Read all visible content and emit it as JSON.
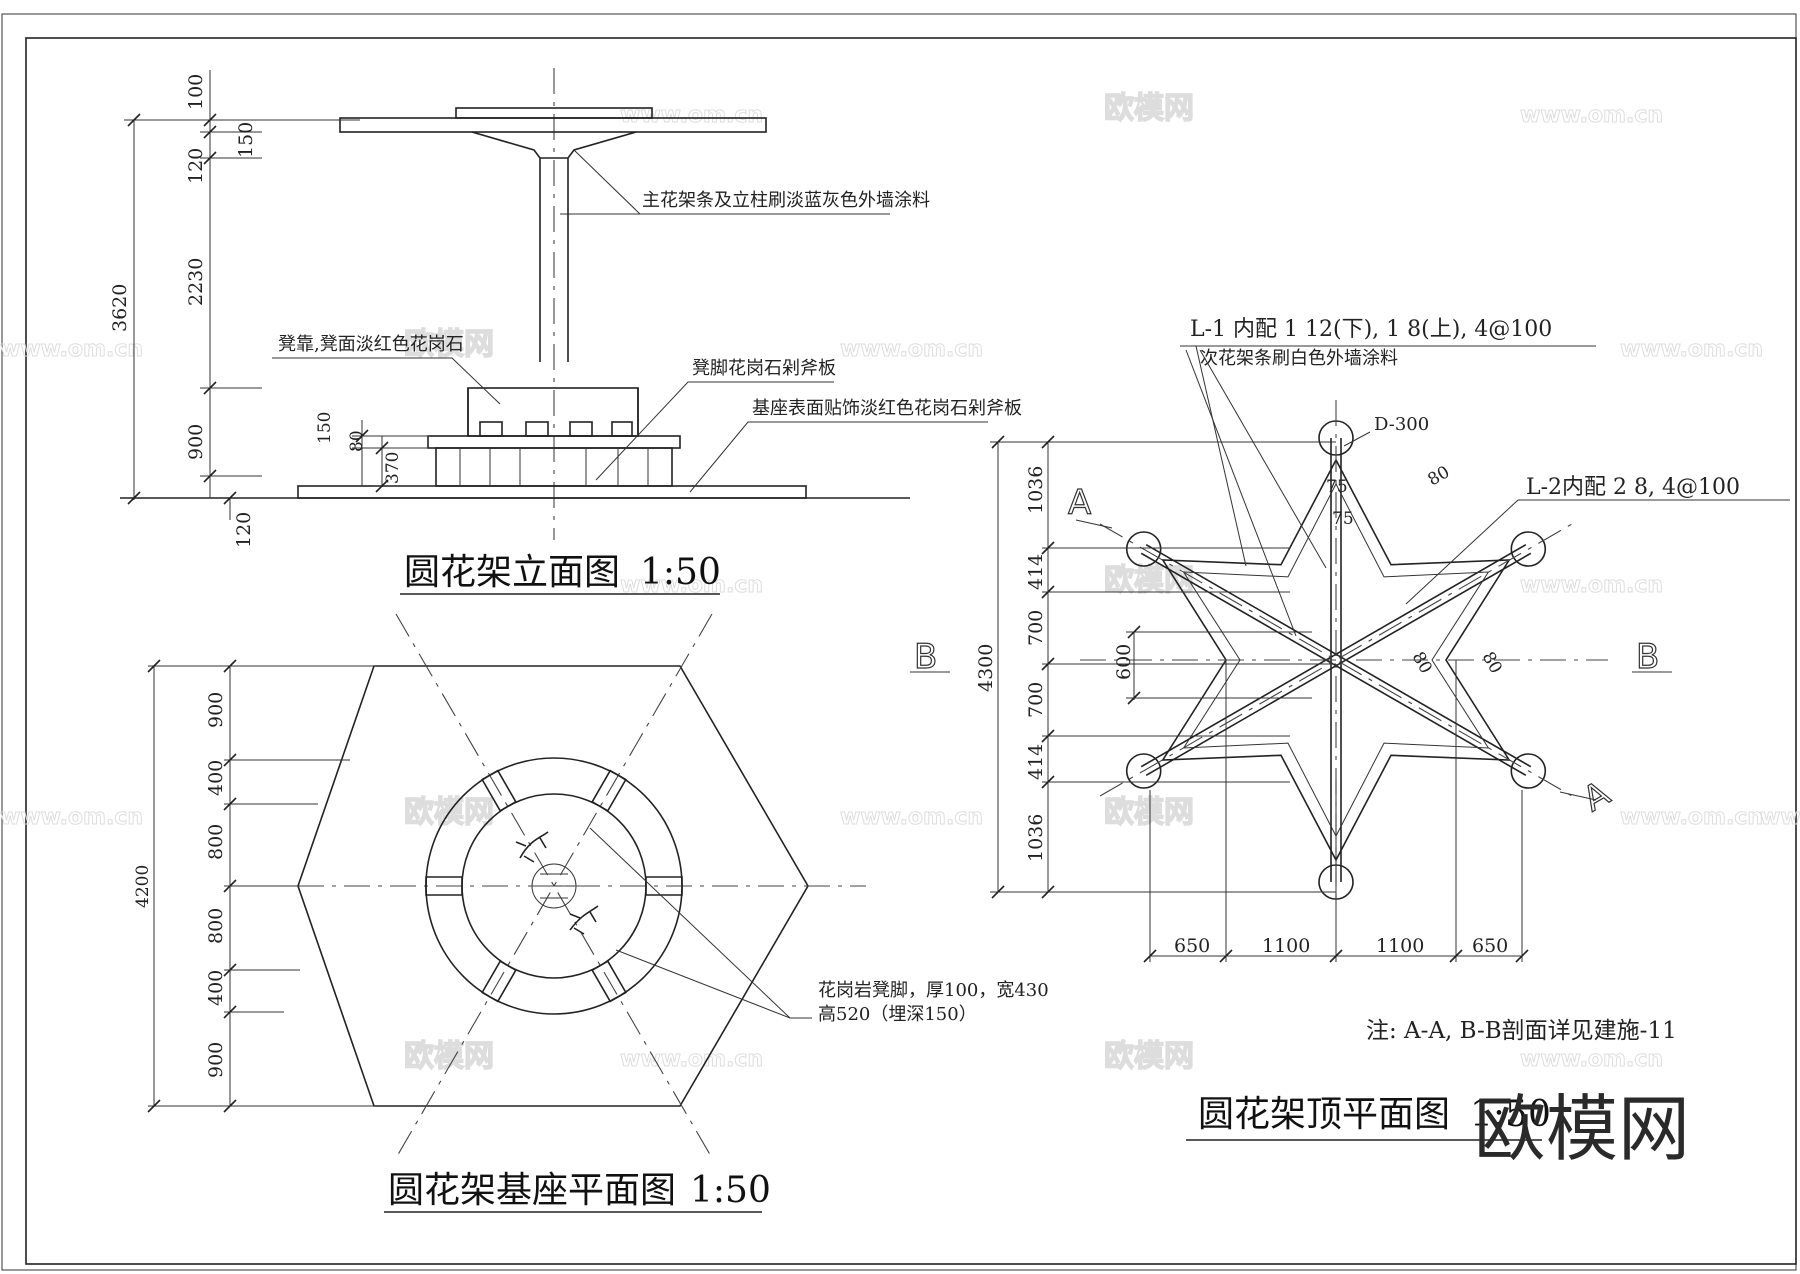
{
  "elevation": {
    "title": "圆花架立面图",
    "scale": "1:50",
    "dims": [
      "100",
      "150",
      "120",
      "2230",
      "3620",
      "900",
      "150",
      "80",
      "370",
      "120"
    ],
    "notes": [
      "主花架条及立柱刷淡蓝灰色外墙涂料",
      "凳靠,凳面淡红色花岗石",
      "凳脚花岗石剁斧板",
      "基座表面贴饰淡红色花岗石剁斧板"
    ]
  },
  "base_plan": {
    "title": "圆花架基座平面图",
    "scale": "1:50",
    "dims": [
      "900",
      "400",
      "800",
      "800",
      "400",
      "900",
      "4200"
    ],
    "notes": [
      "花岗岩凳脚，厚100，宽430",
      "高520（埋深150）"
    ]
  },
  "top_plan": {
    "title": "圆花架顶平面图",
    "scale": "1:50",
    "dims_v": [
      "1036",
      "414",
      "700",
      "700",
      "414",
      "1036",
      "4300",
      "600"
    ],
    "dims_h": [
      "650",
      "1100",
      "1100",
      "650"
    ],
    "small_dims": [
      "75",
      "75",
      "80",
      "80",
      "80"
    ],
    "labels": {
      "l1": "L-1 内配 1 12(下), 1 8(上), 4@100",
      "l1_note": "次花架条刷白色外墙涂料",
      "d300": "D-300",
      "l2": "L-2内配 2 8, 4@100"
    },
    "sections": {
      "a1": "A",
      "a2": "A",
      "b1": "B",
      "b2": "B"
    },
    "note": "注: A-A, B-B剖面详见建施-11"
  },
  "watermark": {
    "name": "欧模网",
    "url": "www.om.cn",
    "brand": "欧模网"
  }
}
